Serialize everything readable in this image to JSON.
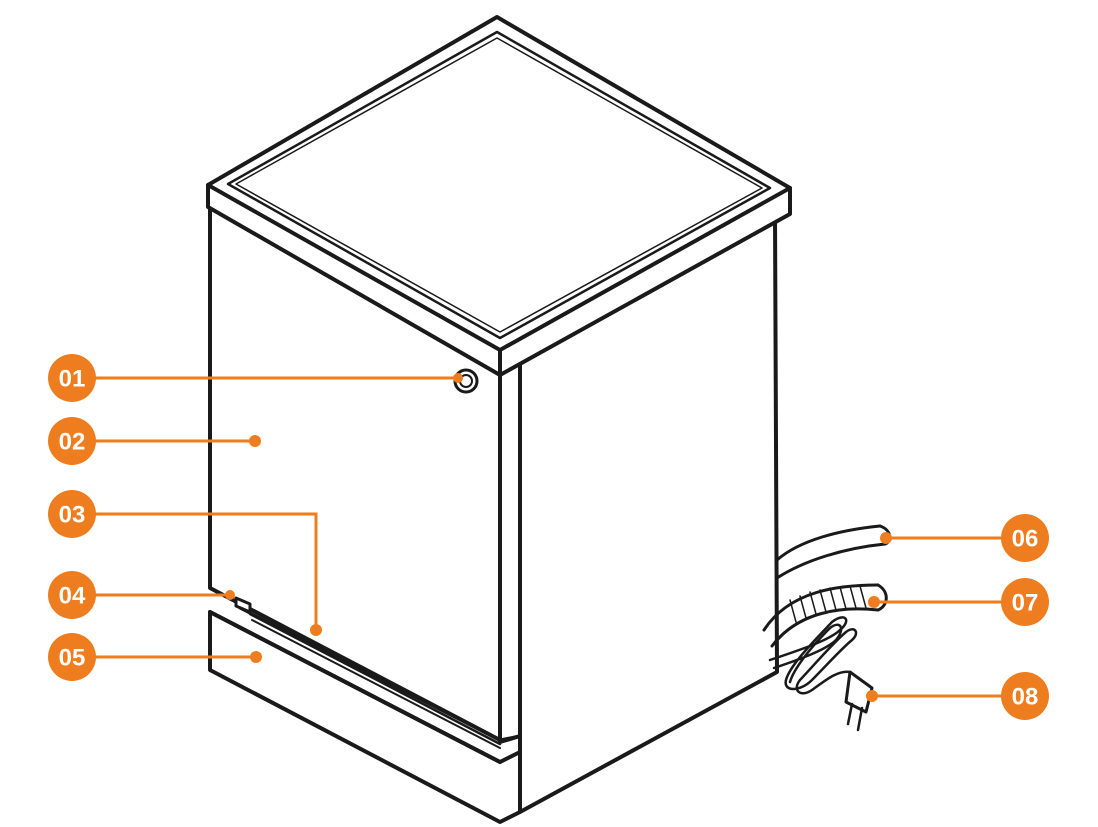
{
  "colors": {
    "accent": "#ee7d1f",
    "line": "#1a1a1a",
    "background": "#ffffff"
  },
  "callouts": [
    {
      "id": "c01",
      "label": "01"
    },
    {
      "id": "c02",
      "label": "02"
    },
    {
      "id": "c03",
      "label": "03"
    },
    {
      "id": "c04",
      "label": "04"
    },
    {
      "id": "c05",
      "label": "05"
    },
    {
      "id": "c06",
      "label": "06"
    },
    {
      "id": "c07",
      "label": "07"
    },
    {
      "id": "c08",
      "label": "08"
    }
  ]
}
